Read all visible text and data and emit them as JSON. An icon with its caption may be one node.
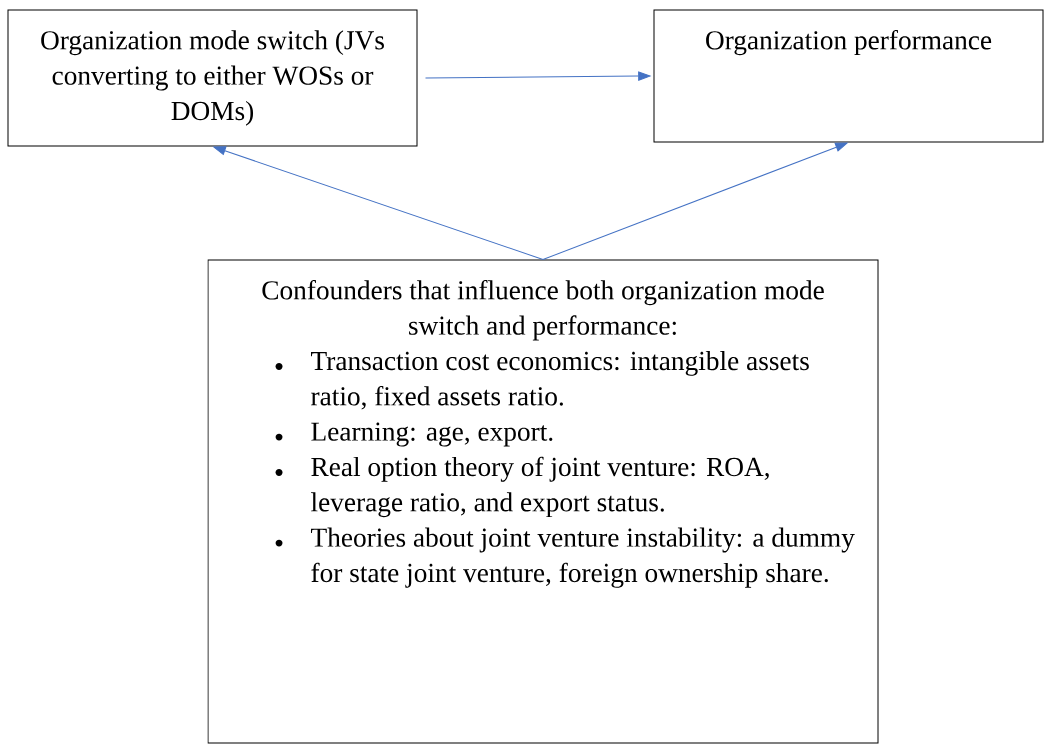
{
  "diagram": {
    "nodes": [
      {
        "text": [
          "Organization mode switch (JVs converting to either WOSs or DOMs)"
        ]
      },
      {
        "text": [
          "Organization performance"
        ]
      },
      {
        "text": [
          "Confounders that influence both organization mode switch and performance:",
          "Transaction cost economics: intangible assets ratio, fixed assets ratio.",
          "Learning: age, export.",
          "Real option theory of joint venture: ROA, leverage ratio, and export status.",
          "Theories about joint venture instability: a dummy for state joint venture, foreign ownership share."
        ]
      }
    ],
    "edges": [
      {
        "from": 0,
        "to": 1,
        "arrow": "to"
      },
      {
        "from": 2,
        "to": 0,
        "arrow": "to"
      },
      {
        "from": 2,
        "to": 1,
        "arrow": "to"
      }
    ]
  }
}
